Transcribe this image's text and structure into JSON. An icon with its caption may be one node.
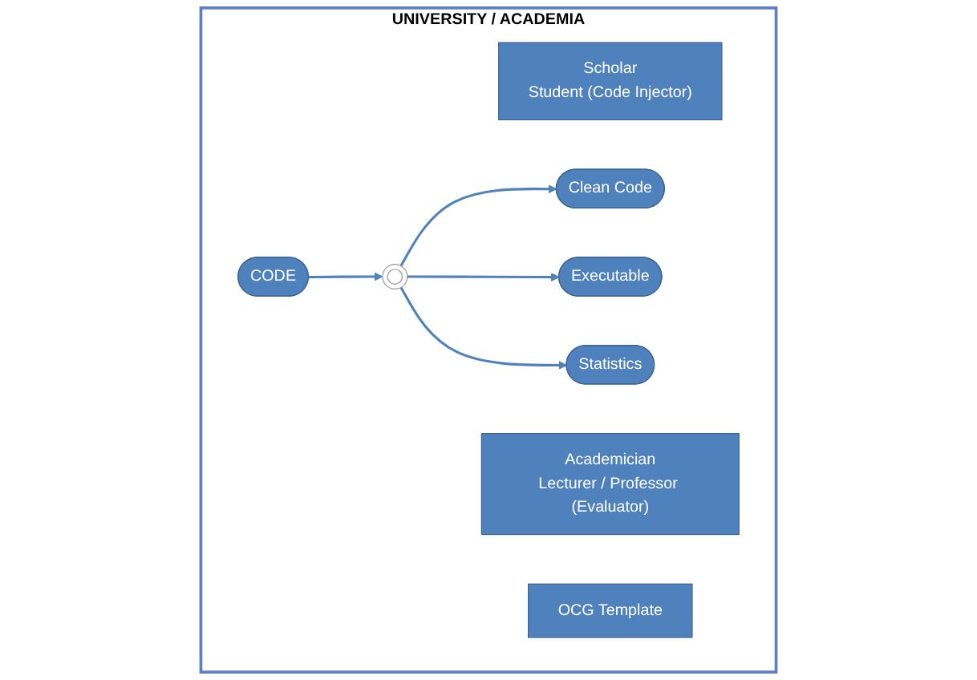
{
  "diagram": {
    "nodes": [
      {
        "text": [
          "UNIVERSITY / ACADEMIA"
        ]
      },
      {
        "text": [
          "Scholar",
          "Student (Code Injector)"
        ],
        "in": 0
      },
      {
        "text": [
          "Academician",
          "Lecturer / Professor (Evaluator)"
        ],
        "in": 0
      },
      {
        "text": [
          "OCG Template"
        ],
        "in": 0
      },
      {
        "text": [
          "CODE"
        ],
        "in": 0
      },
      {
        "text": [],
        "shape": "circle",
        "in": 0
      },
      {
        "text": [
          "Clean Code"
        ],
        "in": 0
      },
      {
        "text": [
          "Executable"
        ],
        "in": 0
      },
      {
        "text": [
          "Statistics"
        ],
        "in": 0
      }
    ],
    "edges": [
      {
        "from": 4,
        "to": 5,
        "arrow": "to"
      },
      {
        "from": 5,
        "to": 6,
        "arrow": "to"
      },
      {
        "from": 5,
        "to": 7,
        "arrow": "to"
      },
      {
        "from": 5,
        "to": 8,
        "arrow": "to"
      }
    ]
  }
}
